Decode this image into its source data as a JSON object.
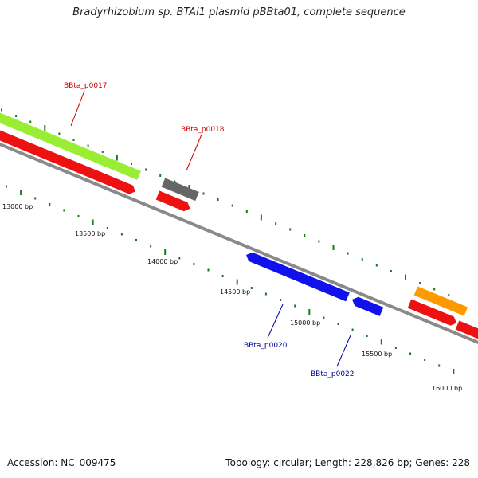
{
  "title": "Bradyrhizobium sp. BTAi1 plasmid pBBta01, complete sequence",
  "footer": {
    "accession": "Accession: NC_009475",
    "summary": "Topology: circular; Length: 228,826 bp; Genes: 228"
  },
  "position_labels": [
    "13000 bp",
    "13500 bp",
    "14000 bp",
    "14500 bp",
    "15000 bp",
    "15500 bp",
    "16000 bp"
  ],
  "gene_labels": [
    {
      "text": "BBta_p0017",
      "color": "#cc0000"
    },
    {
      "text": "BBta_p0018",
      "color": "#cc0000"
    },
    {
      "text": "BBta_p0020",
      "color": "#000099"
    },
    {
      "text": "BBta_p0022",
      "color": "#000099"
    }
  ],
  "colors": {
    "backbone": "#8a8a8a",
    "tick": "#1a7a1a",
    "red_feature": "#ee1111",
    "green_feature": "#99ee33",
    "gray_feature": "#666666",
    "blue_feature": "#1111ee",
    "orange_feature": "#ff9900"
  }
}
